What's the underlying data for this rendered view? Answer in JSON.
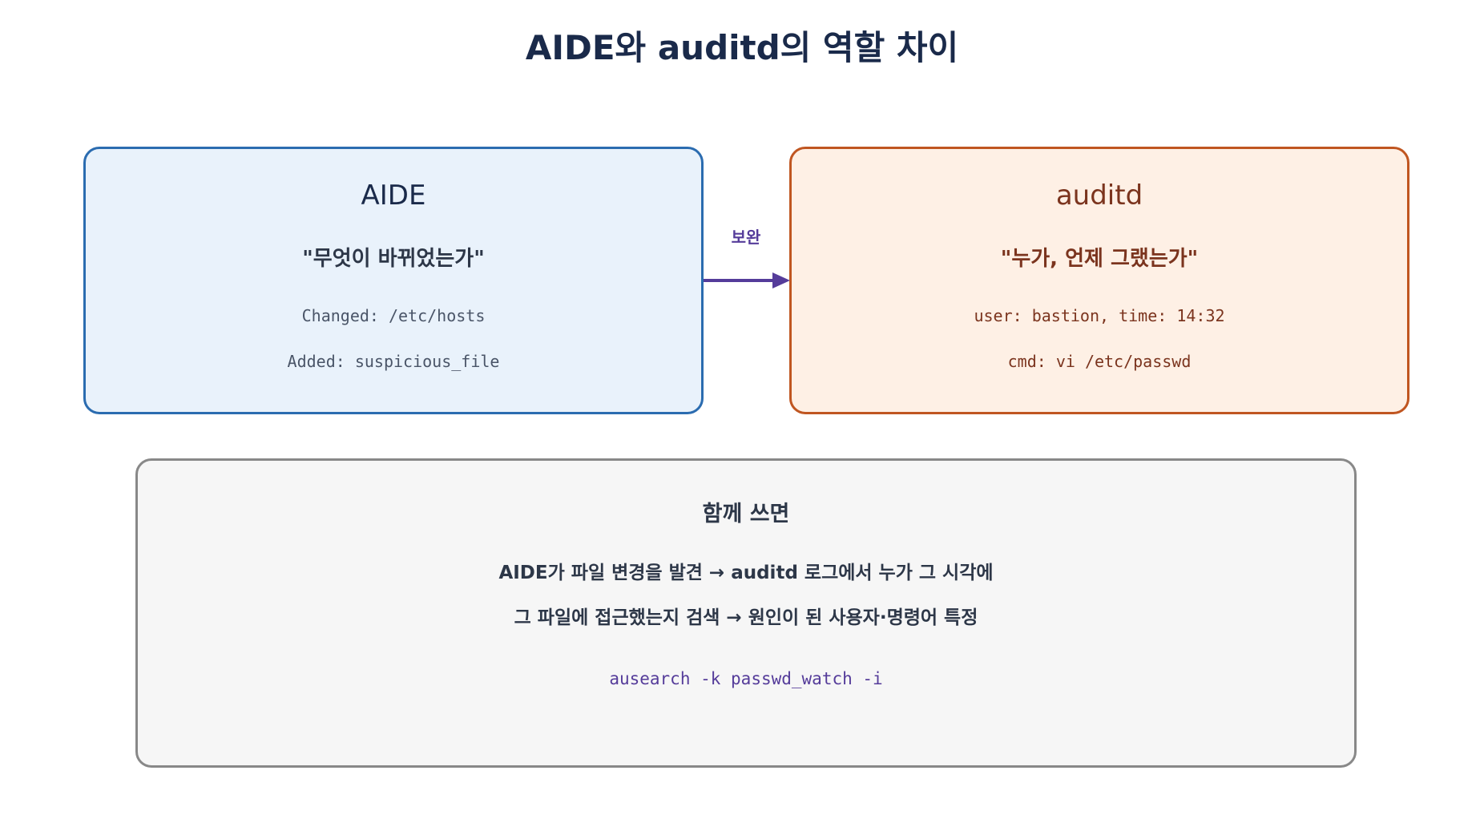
{
  "title": "AIDE와 auditd의 역할 차이",
  "aide": {
    "name": "AIDE",
    "quote": "\"무엇이 바뀌었는가\"",
    "line1": "Changed: /etc/hosts",
    "line2": "Added: suspicious_file"
  },
  "auditd": {
    "name": "auditd",
    "quote": "\"누가, 언제 그랬는가\"",
    "line1": "user: bastion, time: 14:32",
    "line2": "cmd: vi /etc/passwd"
  },
  "arrow_label": "보완",
  "combined": {
    "title": "함께 쓰면",
    "line1": "AIDE가 파일 변경을 발견 → auditd 로그에서 누가 그 시각에",
    "line2": "그 파일에 접근했는지 검색 → 원인이 된 사용자·명령어 특정",
    "command": "ausearch -k passwd_watch -i"
  },
  "colors": {
    "aide_border": "#2b6cb0",
    "aide_fill": "#e9f2fb",
    "auditd_border": "#c05621",
    "auditd_fill": "#fef0e5",
    "arrow": "#553c9a",
    "combined_border": "#888888",
    "combined_fill": "#f6f6f6"
  }
}
